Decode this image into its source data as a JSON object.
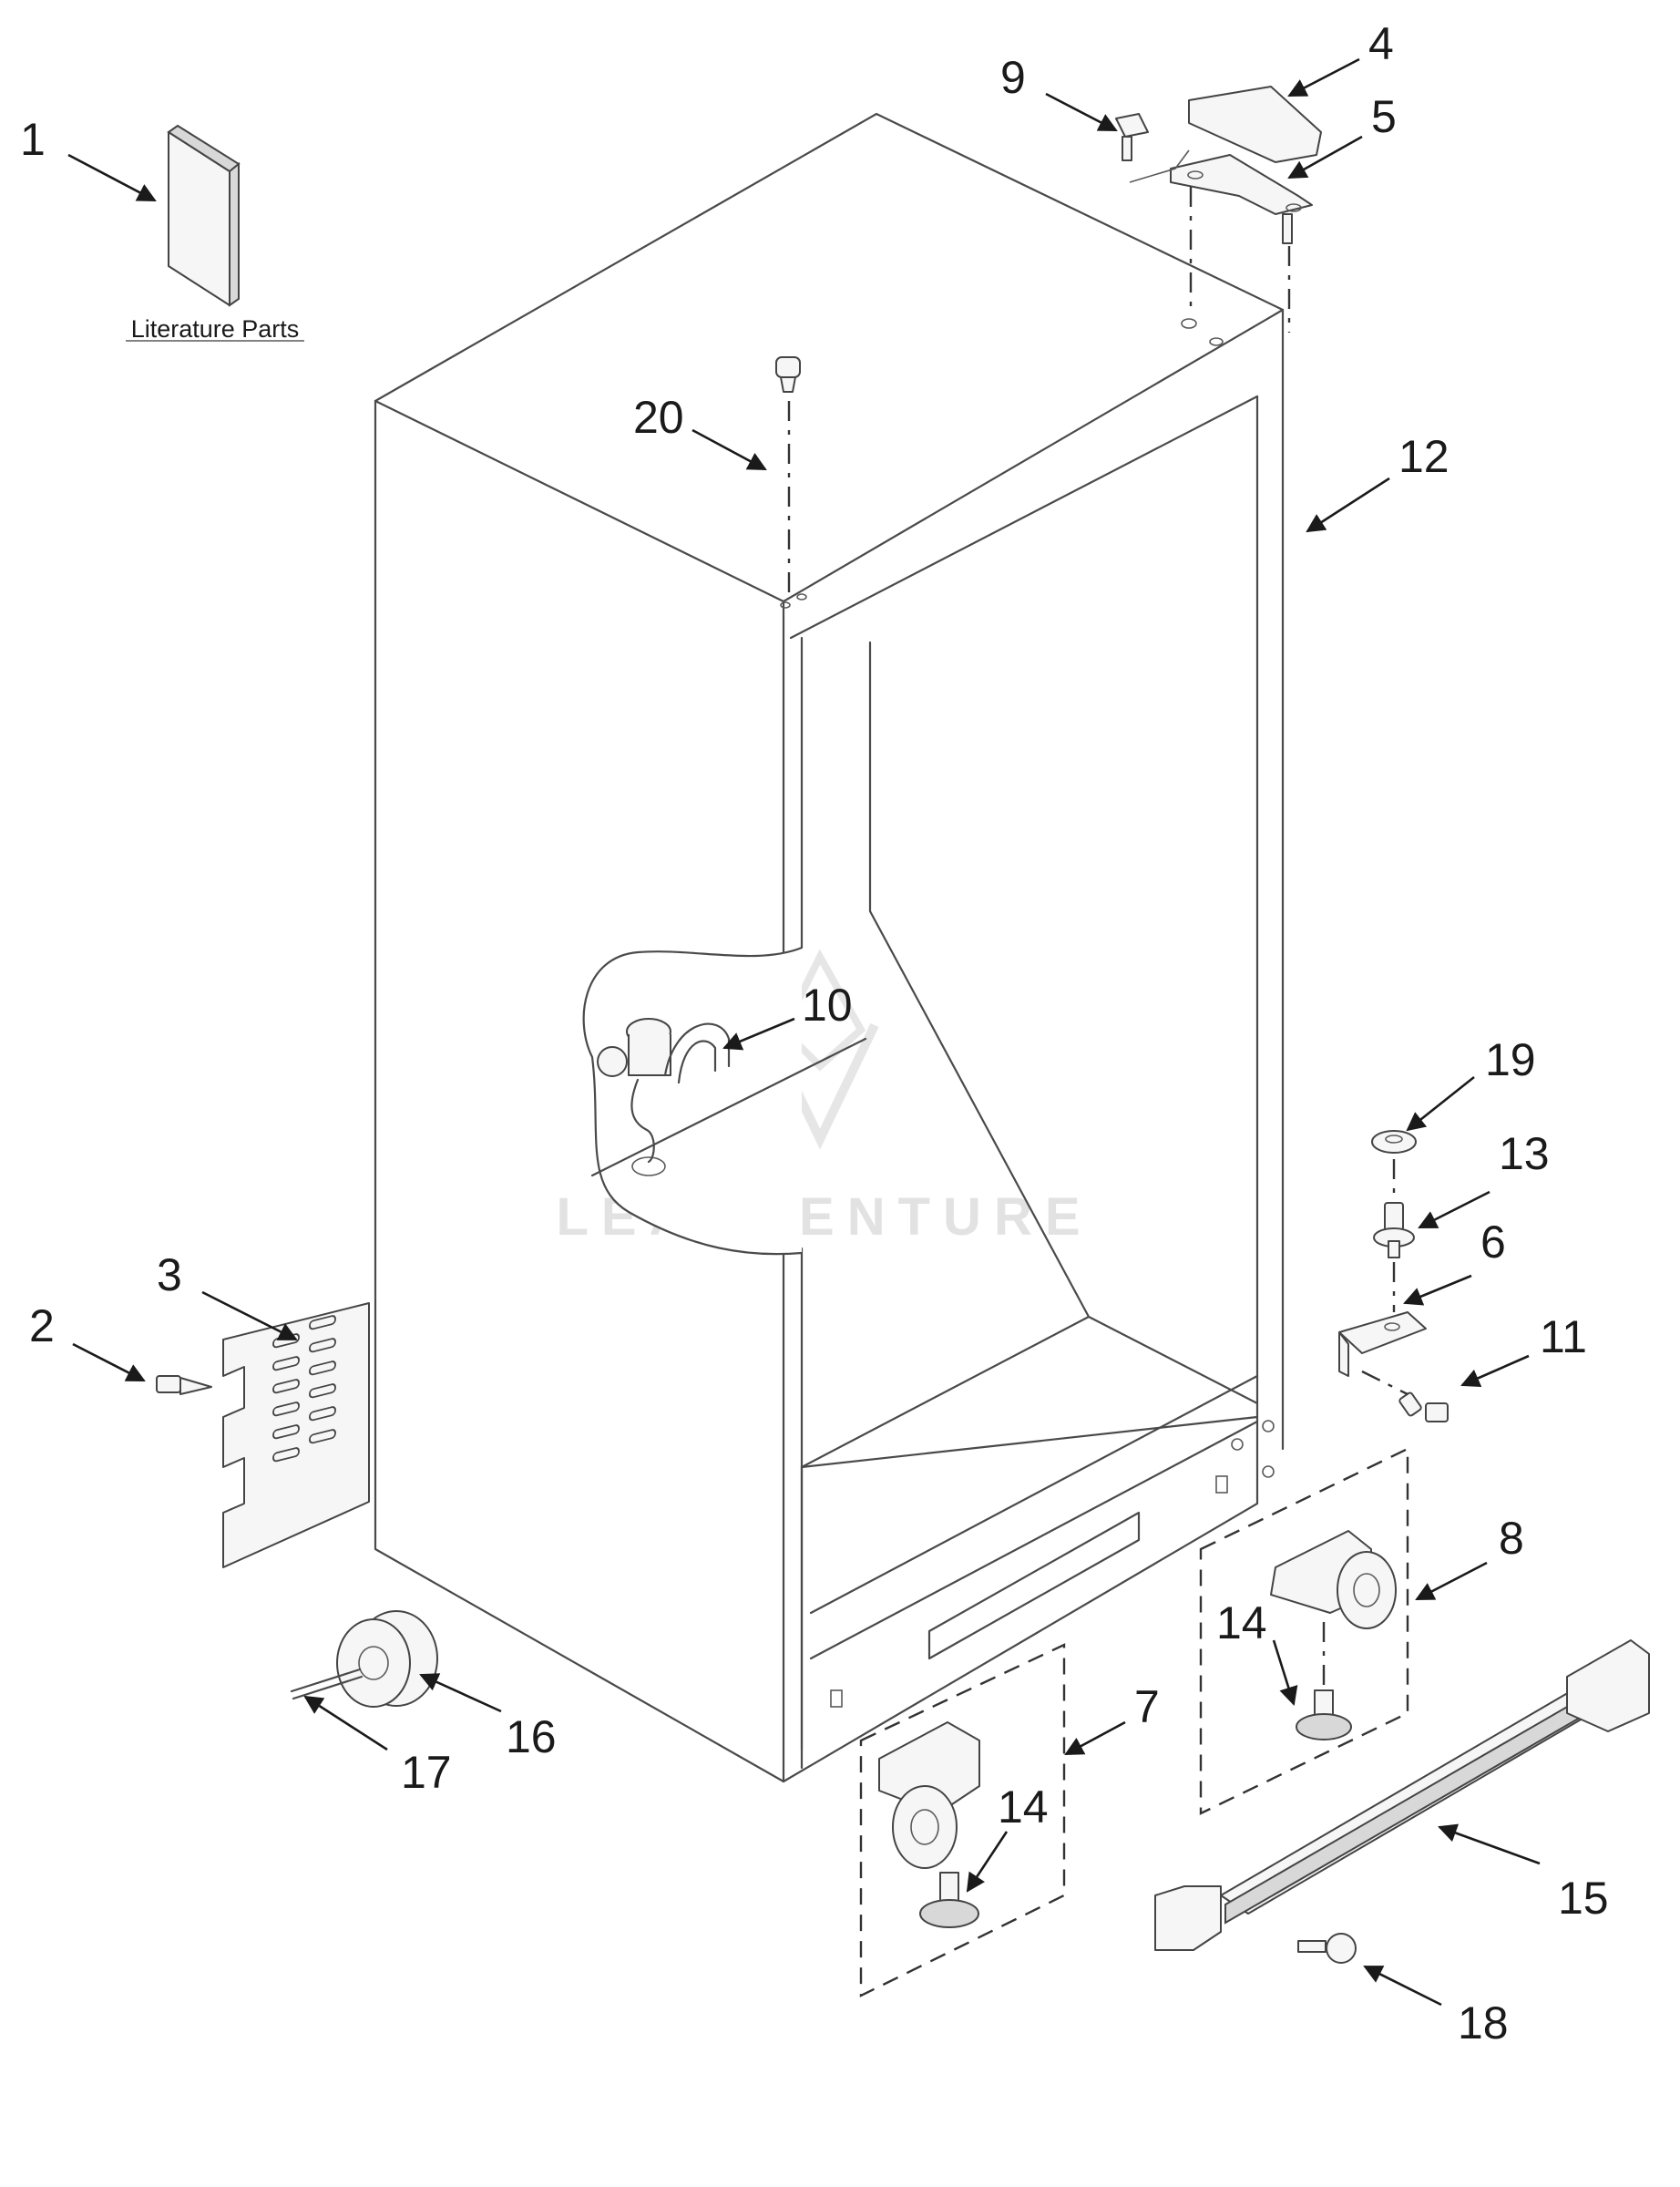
{
  "diagram": {
    "literature_label": "Literature Parts",
    "watermark": "LEADVENTURE",
    "callouts": [
      "1",
      "2",
      "3",
      "4",
      "5",
      "6",
      "7",
      "8",
      "9",
      "10",
      "11",
      "12",
      "13",
      "14",
      "14",
      "15",
      "16",
      "17",
      "18",
      "19",
      "20"
    ]
  }
}
